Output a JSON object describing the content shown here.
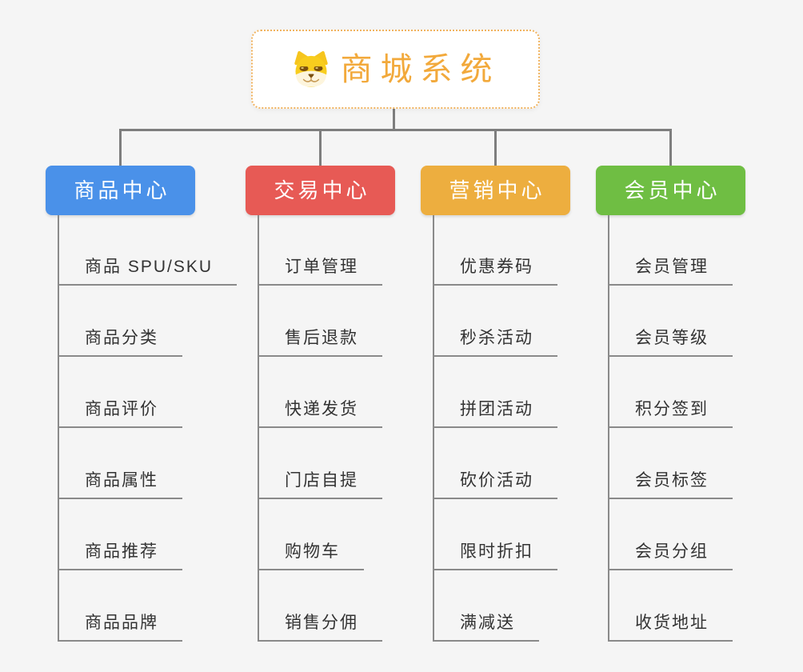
{
  "root": {
    "title": "商城系统",
    "icon": "dog-face-icon"
  },
  "colors": {
    "background": "#f5f5f5",
    "root_border": "#f0b35f",
    "root_text": "#f2a93b",
    "connector": "#7e7e7e",
    "child_underline": "#8a8a8a",
    "child_text": "#333333",
    "branch_text": "#ffffff"
  },
  "branches": [
    {
      "label": "商品中心",
      "color": "#4a91e9",
      "children": [
        "商品 SPU/SKU",
        "商品分类",
        "商品评价",
        "商品属性",
        "商品推荐",
        "商品品牌"
      ]
    },
    {
      "label": "交易中心",
      "color": "#e75a55",
      "children": [
        "订单管理",
        "售后退款",
        "快递发货",
        "门店自提",
        "购物车",
        "销售分佣"
      ]
    },
    {
      "label": "营销中心",
      "color": "#edae3f",
      "children": [
        "优惠券码",
        "秒杀活动",
        "拼团活动",
        "砍价活动",
        "限时折扣",
        "满减送"
      ]
    },
    {
      "label": "会员中心",
      "color": "#6fbe43",
      "children": [
        "会员管理",
        "会员等级",
        "积分签到",
        "会员标签",
        "会员分组",
        "收货地址"
      ]
    }
  ]
}
